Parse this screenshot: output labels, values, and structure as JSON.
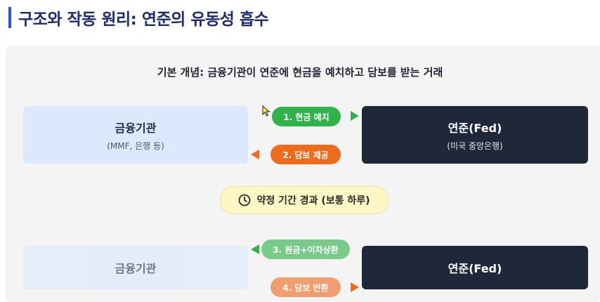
{
  "header": {
    "title": "구조와 작동 원리: 연준의 유동성 흡수"
  },
  "diagram": {
    "subtitle": "기본 개념: 금융기관이 연준에 현금을 예치하고 담보를 받는 거래",
    "step1": {
      "left_box": {
        "main": "금융기관",
        "sub": "(MMF, 은행 등)"
      },
      "right_box": {
        "main": "연준(Fed)",
        "sub": "(미국 중앙은행)"
      },
      "arrow_deposit": "1. 현금 예치",
      "arrow_collateral": "2. 담보 제공"
    },
    "period_label": "약정 기간 경과 (보통 하루)",
    "step2": {
      "left_box": {
        "main": "금융기관"
      },
      "right_box": {
        "main": "연준(Fed)"
      },
      "arrow_repay": "3. 원금+이자상환",
      "arrow_return": "4. 담보 반환"
    }
  },
  "colors": {
    "accent": "#2f4fd6",
    "light_box": "#dce8fc",
    "dark_box": "#1f2838",
    "green": "#2fb34a",
    "orange": "#ee6b1c",
    "period_bg": "#fcf7c5"
  },
  "icons": {
    "period": "clock-icon",
    "cursor": "mouse-cursor-icon"
  }
}
